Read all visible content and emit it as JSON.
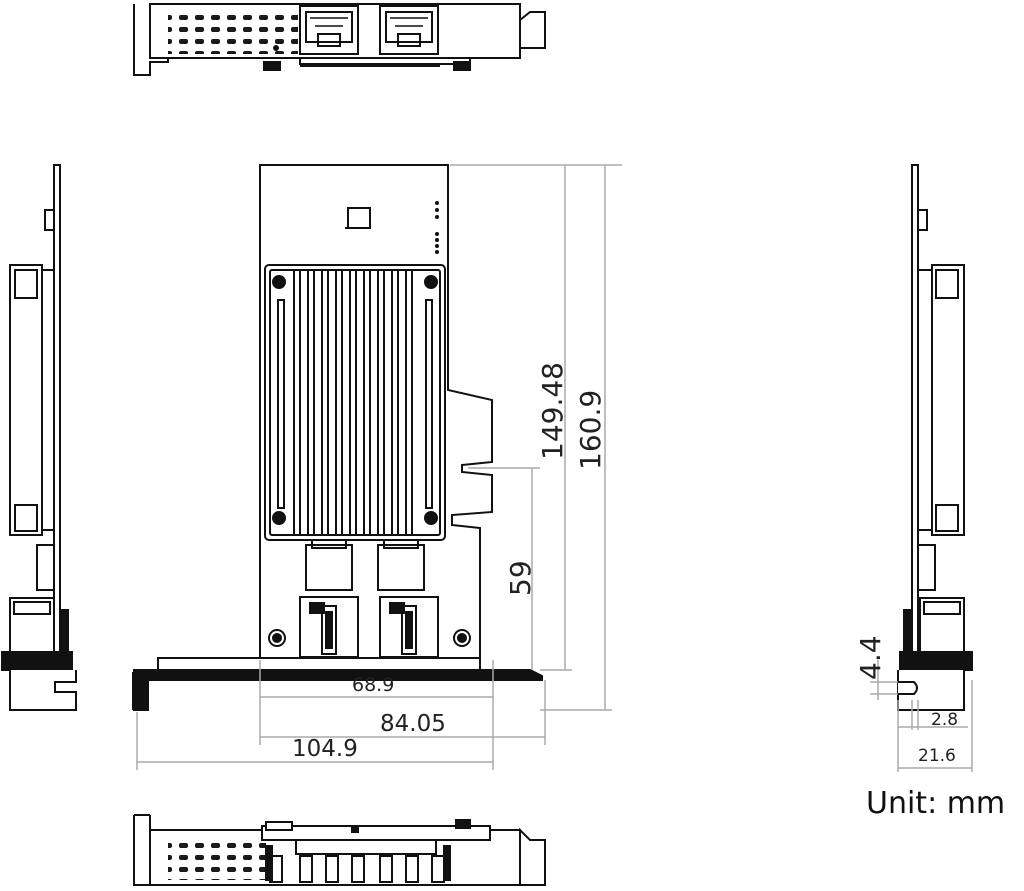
{
  "unit_label": "Unit: mm",
  "dimensions": {
    "height_total": "160.9",
    "height_board": "149.48",
    "height_slot": "59",
    "width_pcb": "68.9",
    "width_board": "84.05",
    "width_total": "104.9",
    "bracket_offset": "4.4",
    "bracket_thickness": "2.8",
    "side_depth": "21.6"
  }
}
